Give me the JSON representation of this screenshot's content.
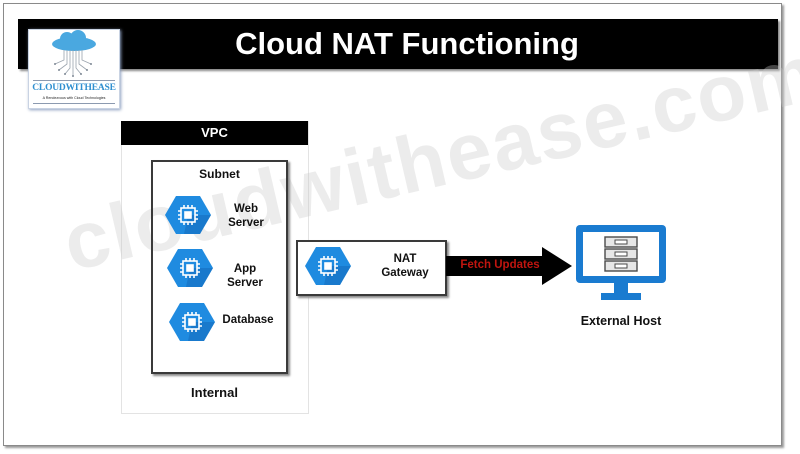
{
  "title": "Cloud NAT Functioning",
  "logo": {
    "name": "CLOUDWITHEASE",
    "tagline": "A Rendezvous with Cloud Technologies",
    "icon": "cloud-circuit-icon"
  },
  "watermark": "cloudwithease.com",
  "vpc": {
    "header": "VPC",
    "footer": "Internal",
    "subnet": {
      "label": "Subnet",
      "nodes": [
        {
          "label_line1": "Web",
          "label_line2": "Server",
          "icon": "compute-engine-icon"
        },
        {
          "label_line1": "App",
          "label_line2": "Server",
          "icon": "compute-engine-icon"
        },
        {
          "label_line1": "Database",
          "label_line2": "",
          "icon": "compute-engine-icon"
        }
      ]
    }
  },
  "nat_gateway": {
    "label_line1": "NAT",
    "label_line2": "Gateway",
    "icon": "compute-engine-icon"
  },
  "connection": {
    "label": "Fetch Updates",
    "label_color": "#c0150f",
    "arrow_color": "#000000"
  },
  "external_host": {
    "label": "External Host",
    "icon": "monitor-server-icon",
    "color": "#1a7bd0"
  },
  "colors": {
    "hexagon": "#1f8be0",
    "hexagon_dark": "#1467b8",
    "title_bg": "#000000",
    "title_fg": "#ffffff"
  }
}
